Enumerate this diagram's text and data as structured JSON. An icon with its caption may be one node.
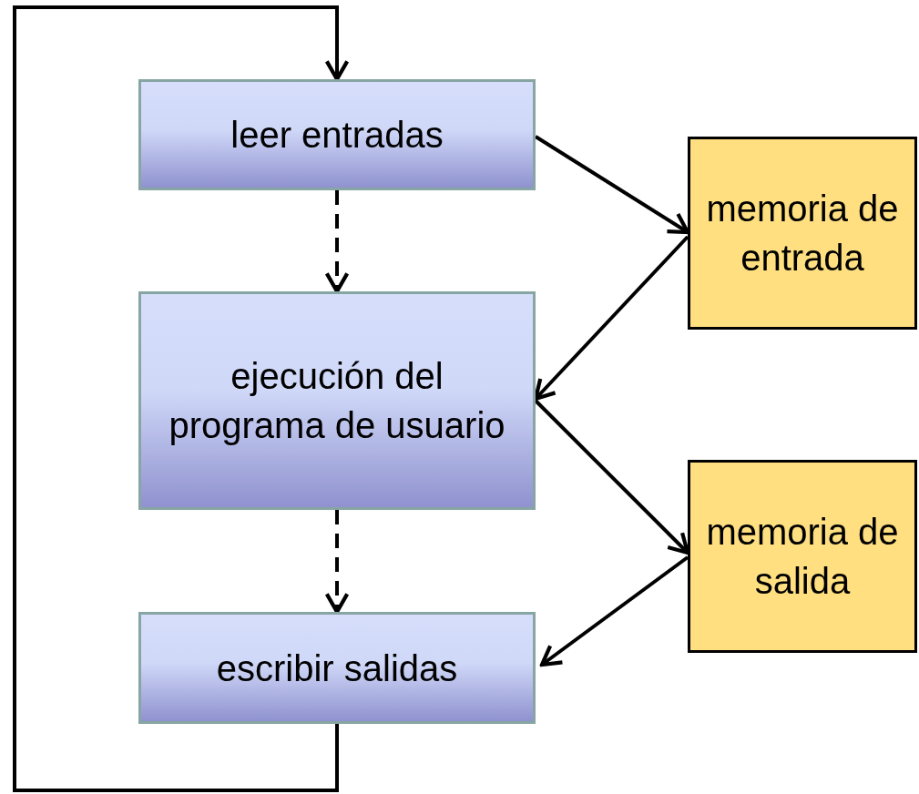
{
  "diagram": {
    "nodes": [
      {
        "text": [
          "leer entradas"
        ]
      },
      {
        "text": [
          "ejecución del programa de usuario"
        ]
      },
      {
        "text": [
          "escribir salidas"
        ]
      },
      {
        "text": [
          "memoria de entrada"
        ]
      },
      {
        "text": [
          "memoria de salida"
        ]
      }
    ],
    "edges": [
      {
        "from": 0,
        "to": 1,
        "arrow": "to",
        "style": "dashed"
      },
      {
        "from": 1,
        "to": 2,
        "arrow": "to",
        "style": "dashed"
      },
      {
        "from": 2,
        "to": 0,
        "arrow": "to"
      },
      {
        "from": 0,
        "to": 3,
        "arrow": "to"
      },
      {
        "from": 3,
        "to": 1,
        "arrow": "to"
      },
      {
        "from": 1,
        "to": 4,
        "arrow": "to"
      },
      {
        "from": 4,
        "to": 2,
        "arrow": "to"
      }
    ]
  }
}
